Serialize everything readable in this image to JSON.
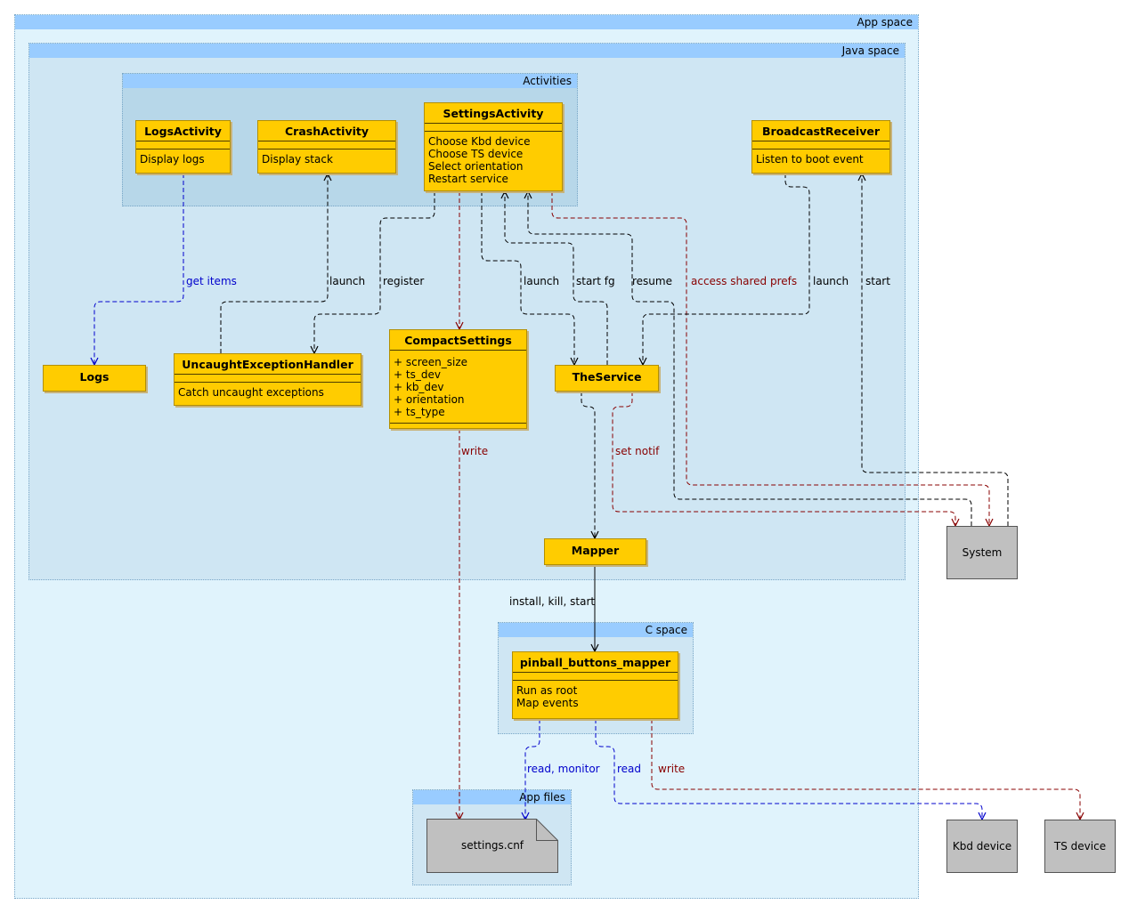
{
  "packages": {
    "app_space": "App space",
    "java_space": "Java space",
    "activities": "Activities",
    "c_space": "C space",
    "app_files": "App files"
  },
  "classes": {
    "logs_activity": {
      "name": "LogsActivity",
      "ops": [
        "Display logs"
      ]
    },
    "crash_activity": {
      "name": "CrashActivity",
      "ops": [
        "Display stack"
      ]
    },
    "settings_activity": {
      "name": "SettingsActivity",
      "ops": [
        "Choose Kbd device",
        "Choose TS device",
        "Select orientation",
        "Restart service"
      ]
    },
    "broadcast_receiver": {
      "name": "BroadcastReceiver",
      "ops": [
        "Listen to boot event"
      ]
    },
    "logs": {
      "name": "Logs"
    },
    "uncaught_handler": {
      "name": "UncaughtExceptionHandler",
      "ops": [
        "Catch uncaught exceptions"
      ]
    },
    "compact_settings": {
      "name": "CompactSettings",
      "attrs": [
        "+ screen_size",
        "+ ts_dev",
        "+ kb_dev",
        "+ orientation",
        "+ ts_type"
      ]
    },
    "the_service": {
      "name": "TheService"
    },
    "mapper": {
      "name": "Mapper"
    },
    "pinball_mapper": {
      "name": "pinball_buttons_mapper",
      "ops": [
        "Run as root",
        "Map events"
      ]
    }
  },
  "externals": {
    "system": "System",
    "kbd_device": "Kbd device",
    "ts_device": "TS device",
    "settings_file": "settings.cnf"
  },
  "edge_labels": {
    "get_items": "get items",
    "launch_crash": "launch",
    "register": "register",
    "launch_service": "launch",
    "start_fg": "start fg",
    "resume": "resume",
    "access_prefs": "access shared prefs",
    "launch_br": "launch",
    "start_br": "start",
    "write_settings": "write",
    "set_notif": "set notif",
    "install_kill_start": "install, kill, start",
    "read_monitor": "read, monitor",
    "read_kbd": "read",
    "write_ts": "write"
  },
  "colors": {
    "class_fill": "#ffcc00",
    "package_header": "#99ccff",
    "app_space_fill": "#e0f3fc",
    "java_space_fill": "#cfe6f3",
    "activities_fill": "#b7d7e9",
    "black_edge": "#000000",
    "blue_edge": "#0000cc",
    "red_edge": "#880000",
    "external_fill": "#c0c0c0"
  }
}
